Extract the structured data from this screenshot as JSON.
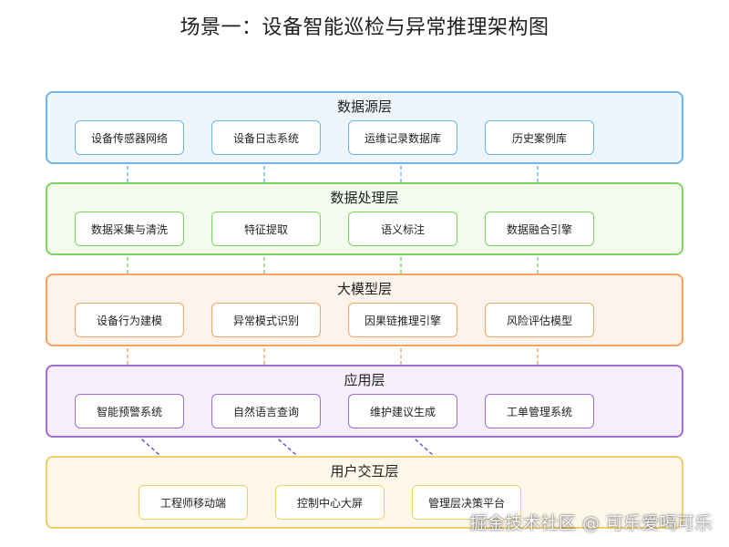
{
  "title": "场景一：设备智能巡检与异常推理架构图",
  "layers": [
    {
      "title": "数据源层",
      "color": "#6cb5f0",
      "fill": "#eef6fc",
      "modules": [
        "设备传感器网络",
        "设备日志系统",
        "运维记录数据库",
        "历史案例库"
      ]
    },
    {
      "title": "数据处理层",
      "color": "#7bd65e",
      "fill": "#f3fbef",
      "modules": [
        "数据采集与清洗",
        "特征提取",
        "语义标注",
        "数据融合引擎"
      ]
    },
    {
      "title": "大模型层",
      "color": "#f5a464",
      "fill": "#fdf3ea",
      "modules": [
        "设备行为建模",
        "异常模式识别",
        "因果链推理引擎",
        "风险评估模型"
      ]
    },
    {
      "title": "应用层",
      "color": "#9c6fd6",
      "fill": "#f6f0fb",
      "modules": [
        "智能预警系统",
        "自然语言查询",
        "维护建议生成",
        "工单管理系统"
      ]
    },
    {
      "title": "用户交互层",
      "color": "#f2cf6b",
      "fill": "#fdf8ea",
      "modules": [
        "工程师移动端",
        "控制中心大屏",
        "管理层决策平台"
      ]
    }
  ],
  "connector_colors": {
    "layer1_to_2": "#6cb5f0",
    "layer2_to_3": "#7bd65e",
    "layer3_to_4": "#f5a464",
    "layer4_to_5": "#5b4fd6"
  },
  "watermark": "掘金技术社区 @ 可乐爱喝可乐"
}
